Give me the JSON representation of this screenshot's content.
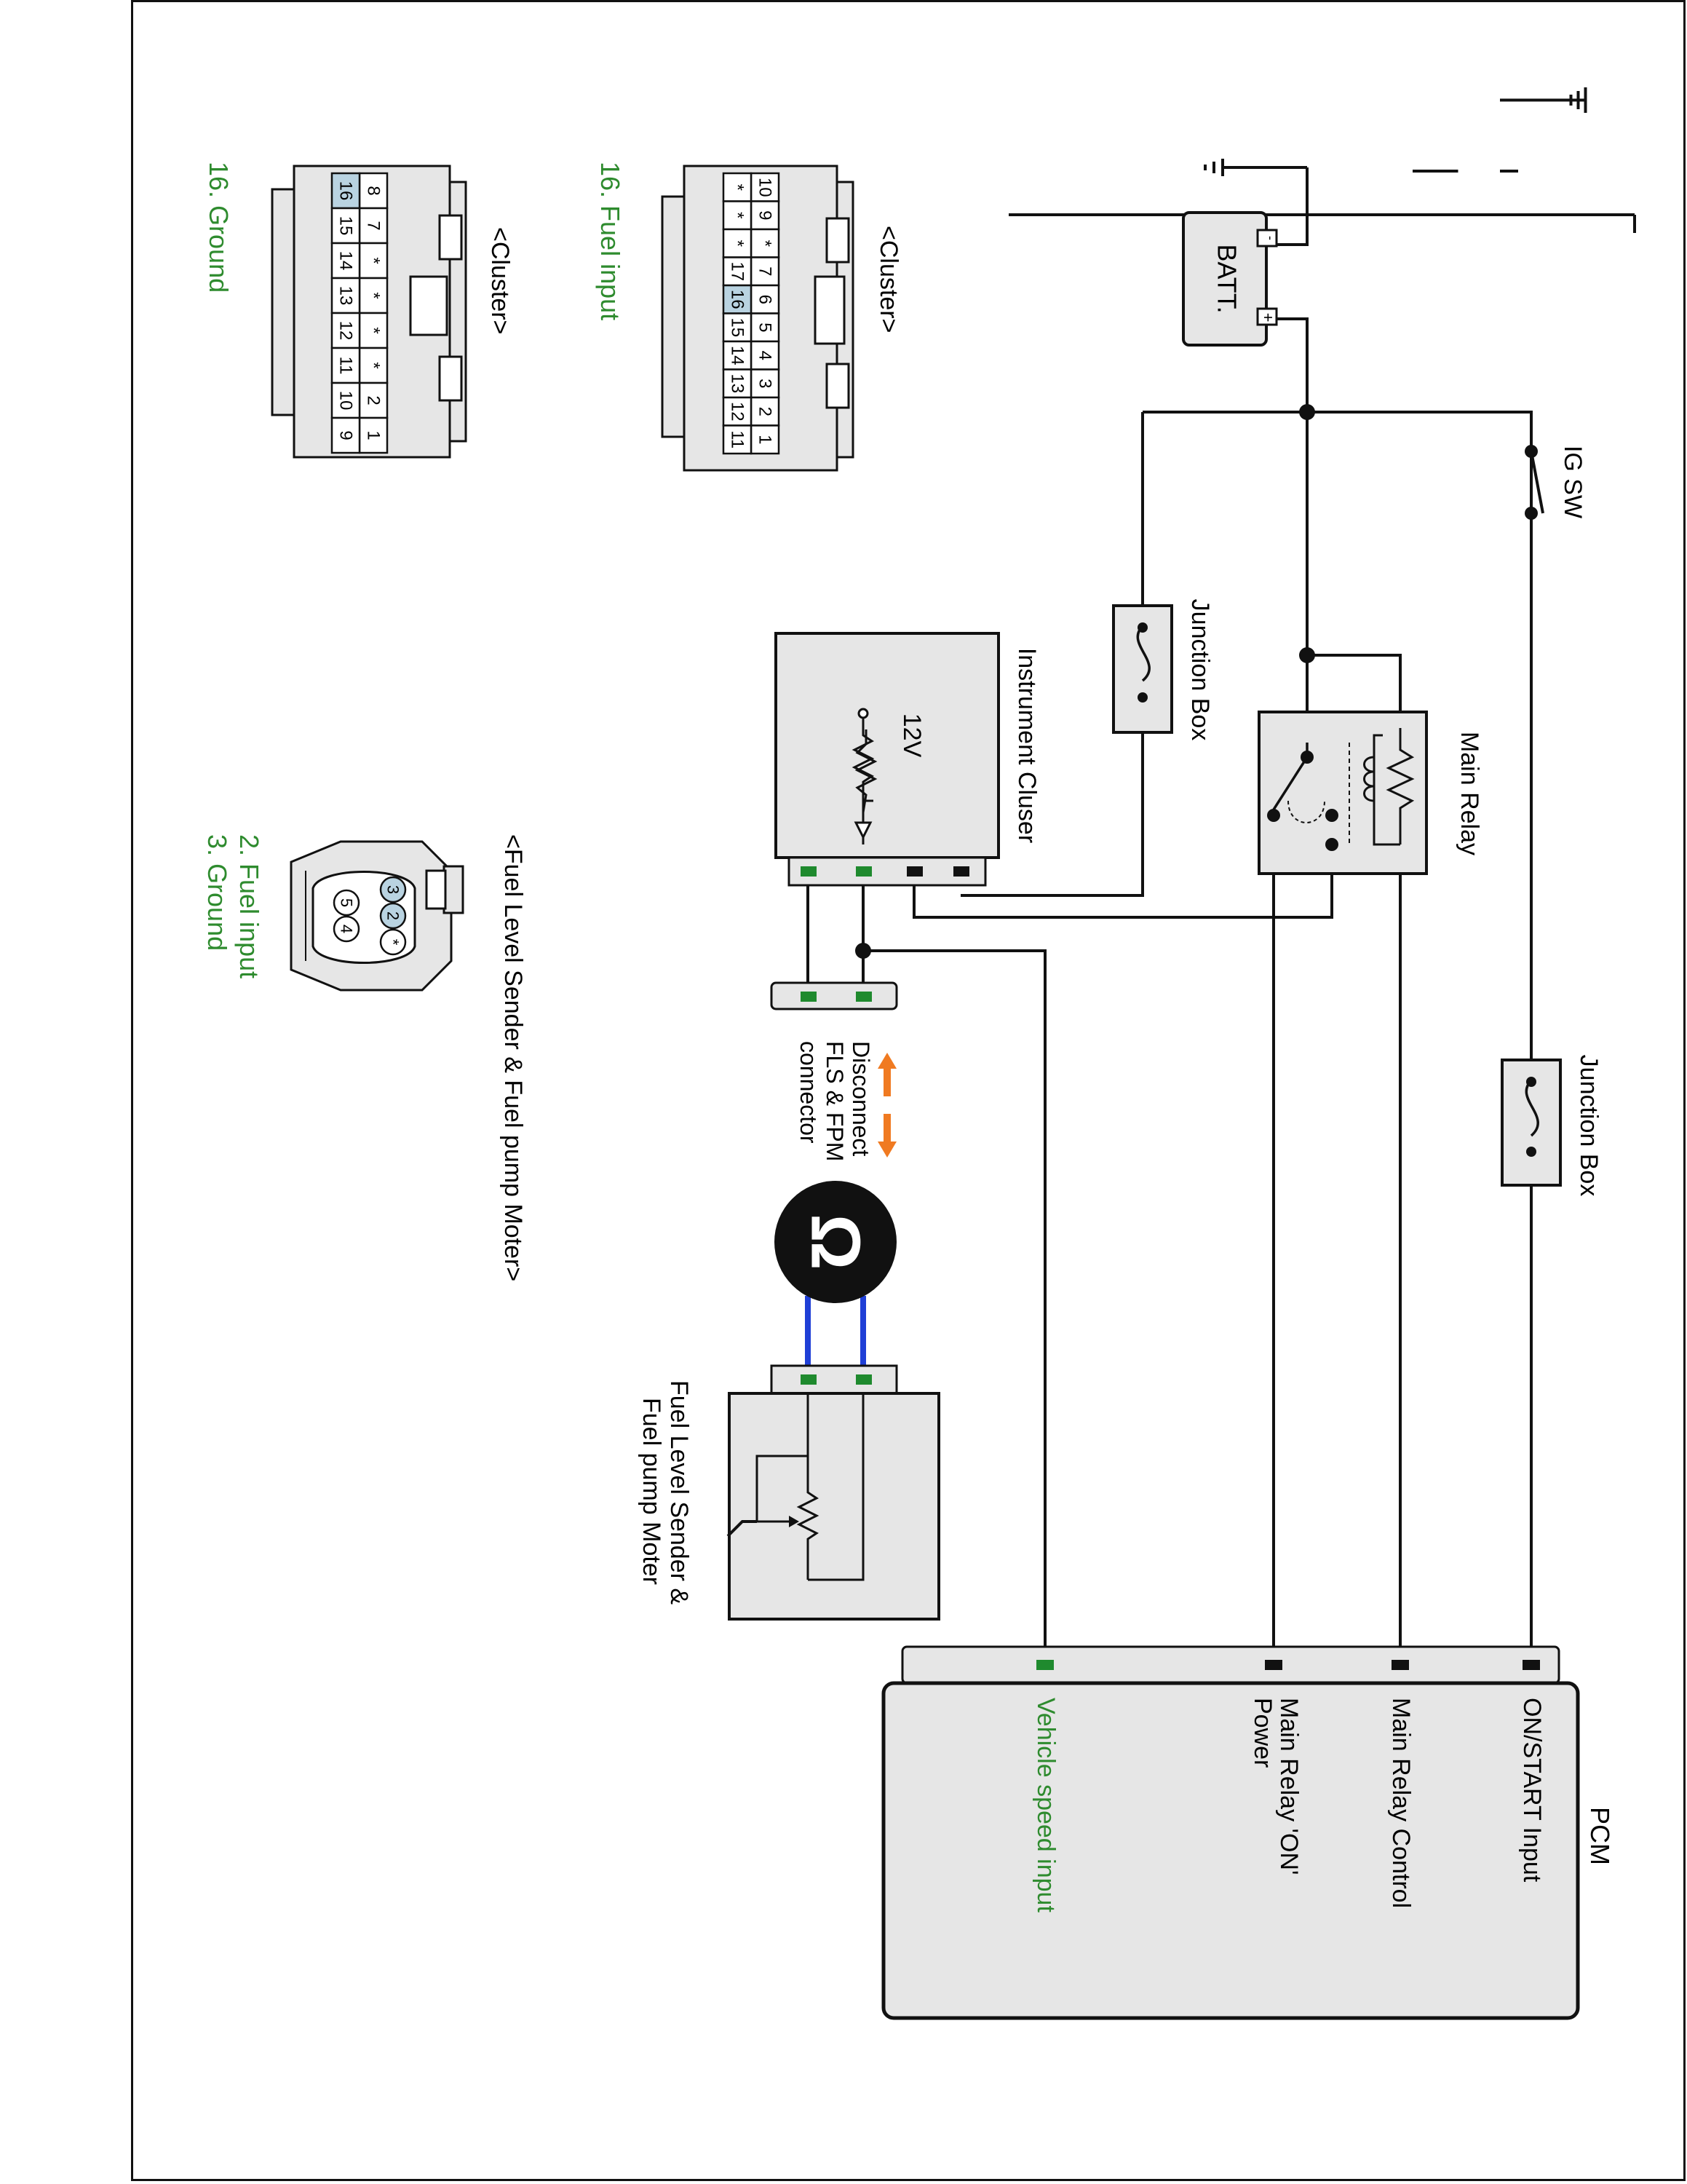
{
  "title": "",
  "labels": {
    "ig_sw": "IG SW",
    "batt": "BATT.",
    "batt_minus": "-",
    "batt_plus": "+",
    "main_relay": "Main Relay",
    "junction_box": "Junction Box",
    "junction_box_2": "Junction Box",
    "instrument_cluster": "Instrument Cluser",
    "volt_12": "12V",
    "disconnect_line1": "Disconnect",
    "disconnect_line2": "FLS & FPM",
    "disconnect_line3": "connector",
    "omega": "Ω",
    "fls_line1": "Fuel Level Sender &",
    "fls_line2": "Fuel pump Moter",
    "pcm": "PCM",
    "pcm_on_start": "ON/START Input",
    "pcm_main_relay_control": "Main Relay Control",
    "pcm_main_relay_on_line1": "Main Relay 'ON'",
    "pcm_main_relay_on_line2": "Power",
    "pcm_vehicle_speed": "Vehicle speed input"
  },
  "connectors": {
    "cluster_a": {
      "title": "<Cluster>",
      "caption": "16. Fuel input",
      "row1": [
        "10",
        "9",
        "*",
        "7",
        "6",
        "5",
        "4",
        "3",
        "2",
        "1"
      ],
      "row2": [
        "*",
        "*",
        "*",
        "17",
        "16",
        "15",
        "14",
        "13",
        "12",
        "11"
      ]
    },
    "cluster_b": {
      "title": "<Cluster>",
      "caption": "16. Ground",
      "row1": [
        "8",
        "7",
        "*",
        "*",
        "*",
        "*",
        "2",
        "1"
      ],
      "row2": [
        "16",
        "15",
        "14",
        "13",
        "12",
        "11",
        "10",
        "9"
      ]
    },
    "fls": {
      "title": "<Fuel Level Sender & Fuel pump Moter>",
      "caption1": "2. Fuel input",
      "caption2": "3. Ground",
      "pins": [
        "3",
        "2",
        "*",
        "5",
        "4"
      ]
    }
  },
  "colors": {
    "wire": "#111111",
    "signal_text": "#2e8b2e",
    "pin_green": "#1f8a2e",
    "pin_black": "#111111",
    "harness_blue": "#1f3fd6",
    "arrow_orange": "#f07a21",
    "box_fill": "#e6e6e6",
    "highlight_pin": "#b9d3e1"
  }
}
